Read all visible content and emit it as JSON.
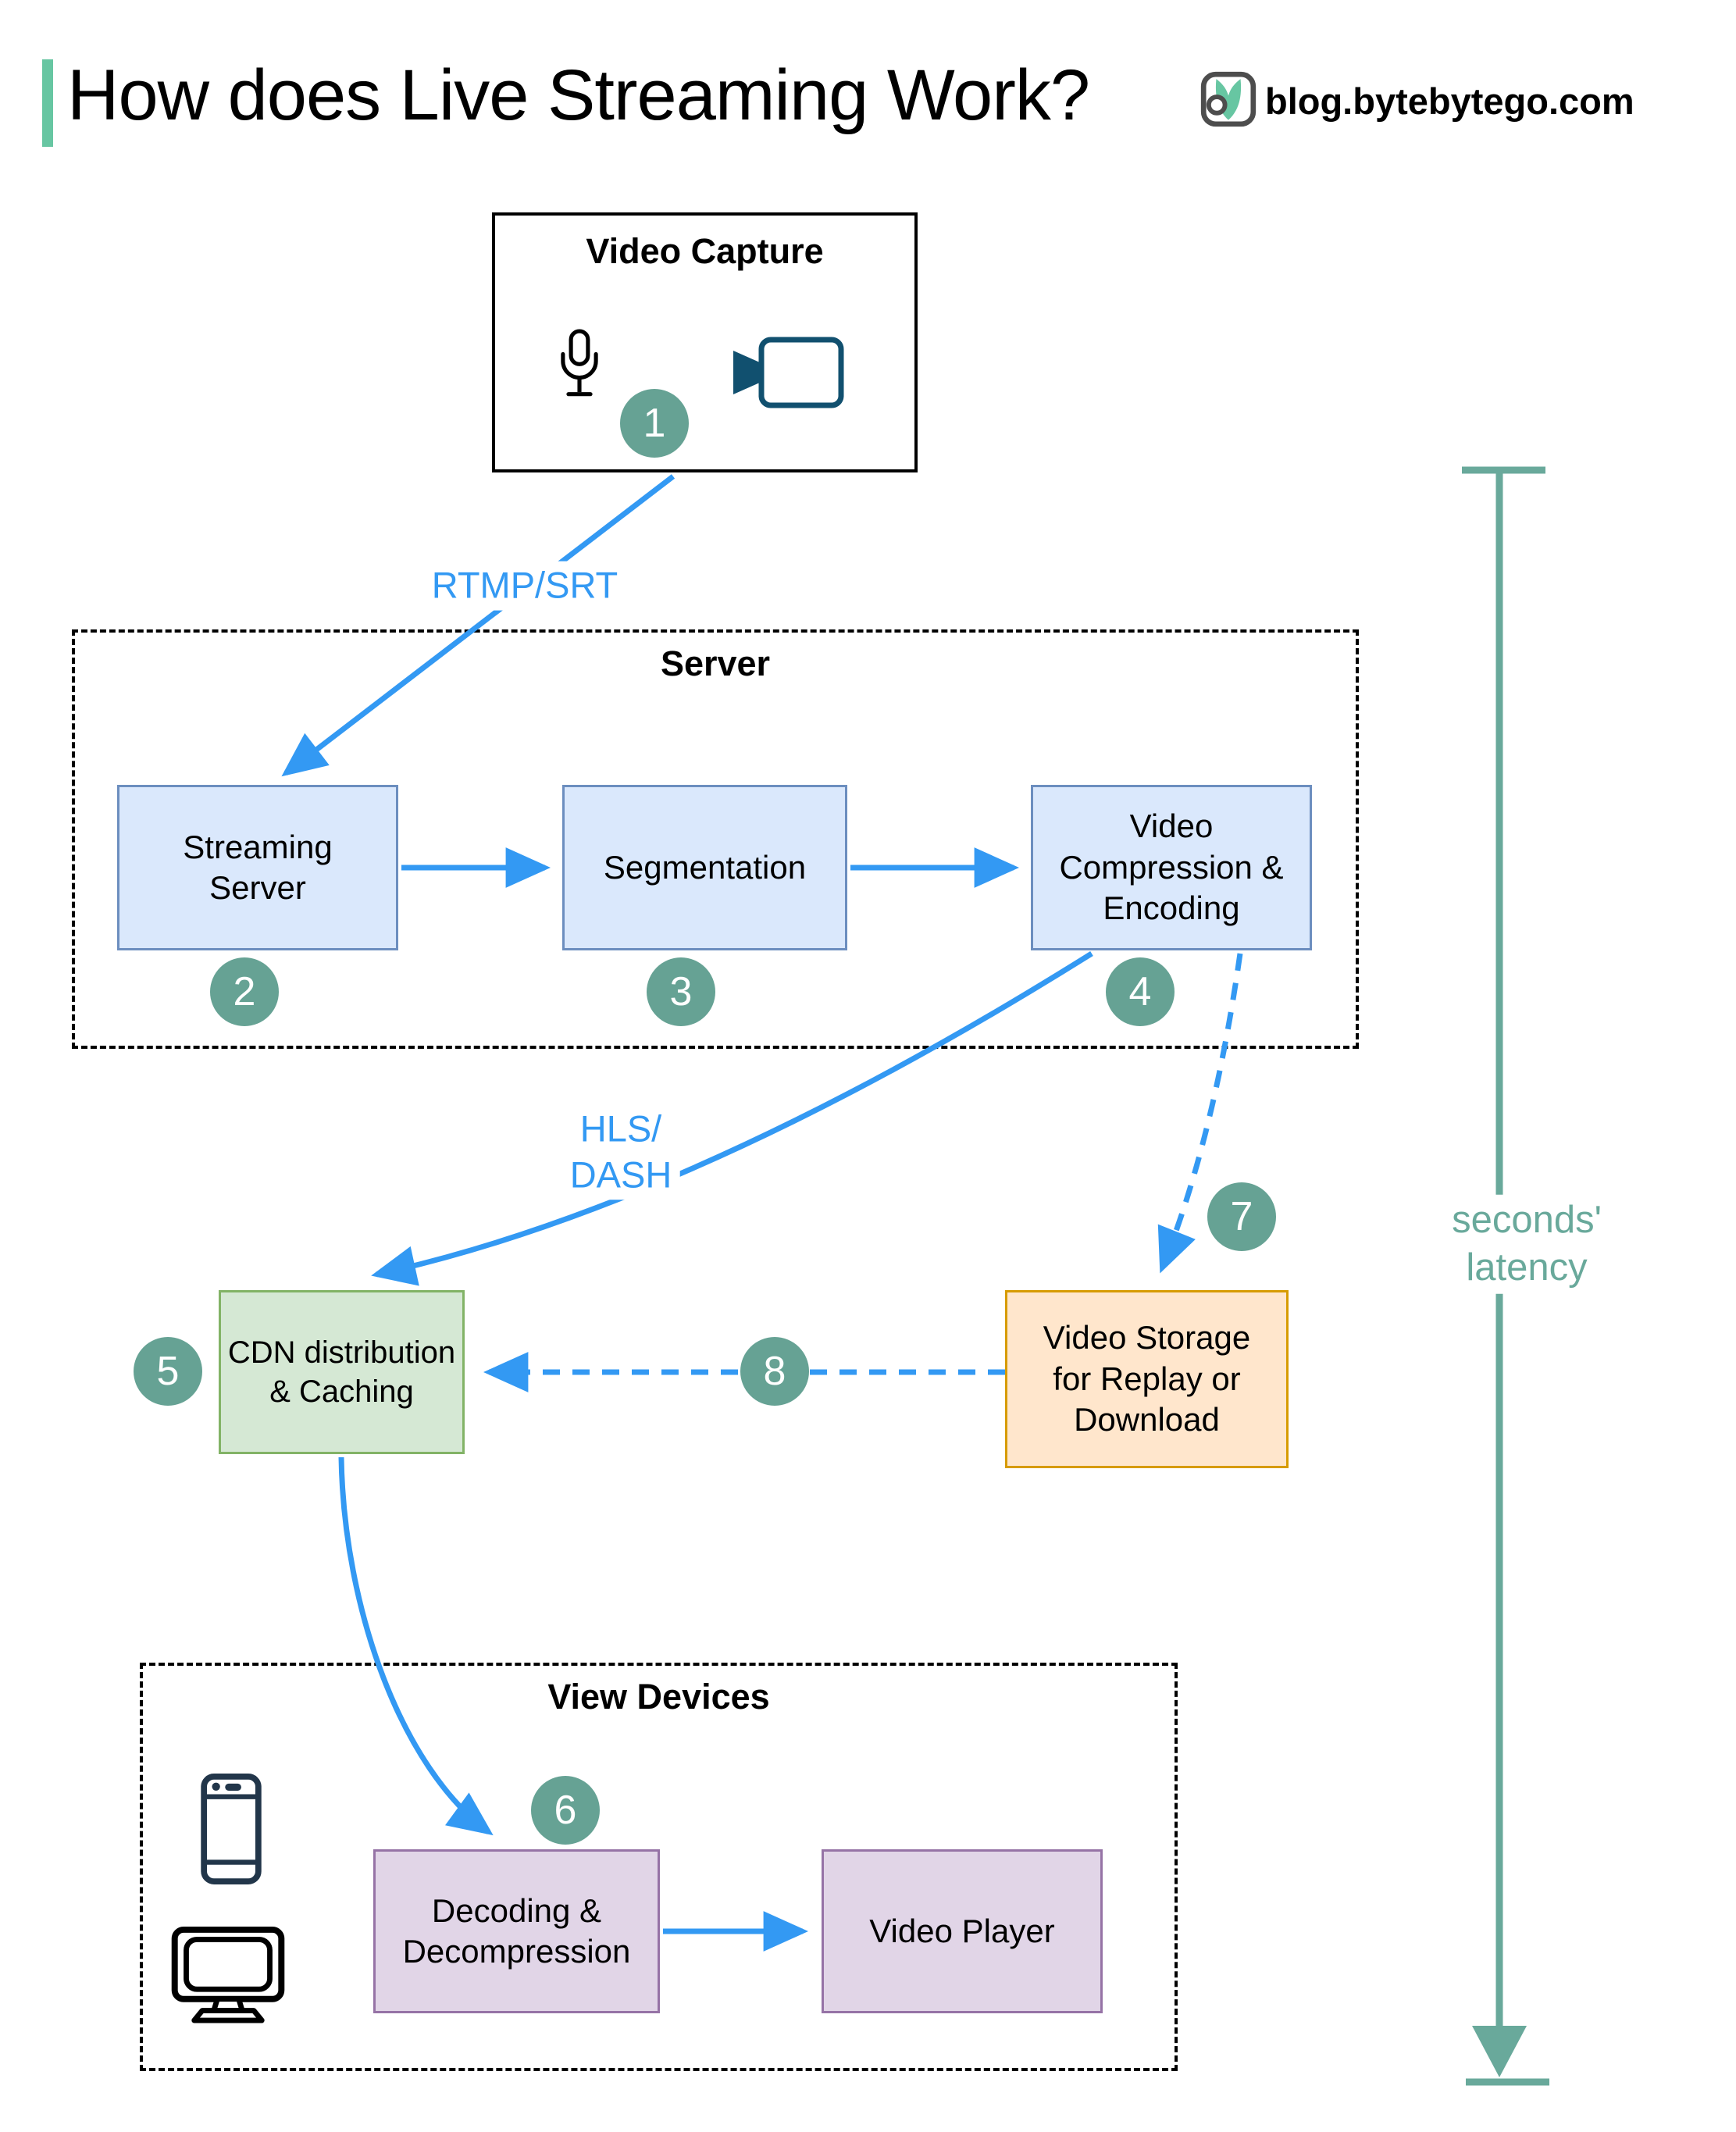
{
  "header": {
    "title": "How does Live Streaming Work?",
    "site": "blog.bytebytego.com"
  },
  "groups": {
    "server": {
      "label": "Server"
    },
    "view_devices": {
      "label": "View Devices"
    }
  },
  "nodes": {
    "video_capture": {
      "label": "Video Capture"
    },
    "streaming_server": {
      "label": "Streaming\nServer"
    },
    "segmentation": {
      "label": "Segmentation"
    },
    "compression": {
      "label": "Video\nCompression &\nEncoding"
    },
    "cdn": {
      "label": "CDN distribution\n& Caching"
    },
    "storage": {
      "label": "Video Storage\nfor Replay or\nDownload"
    },
    "decoding": {
      "label": "Decoding &\nDecompression"
    },
    "video_player": {
      "label": "Video Player"
    }
  },
  "edges": {
    "rtmp_label": "RTMP/SRT",
    "hls_label": "HLS/\nDASH"
  },
  "steps": [
    "1",
    "2",
    "3",
    "4",
    "5",
    "6",
    "7",
    "8"
  ],
  "latency": {
    "label": "seconds' latency"
  },
  "colors": {
    "accent_green": "#67c6a2",
    "arrow_blue": "#3399f3",
    "step_badge_teal": "#66a294",
    "latency_teal": "#69a99b",
    "box_blue_fill": "#dae8fc",
    "box_blue_border": "#6c8ebf",
    "box_green_fill": "#d5e8d4",
    "box_green_border": "#82b366",
    "box_orange_fill": "#ffe6cc",
    "box_orange_border": "#d79b00",
    "box_purple_fill": "#e1d5e7",
    "box_purple_border": "#9673a6",
    "camera_icon_teal": "#11506f",
    "phone_icon_navy": "#22364a"
  }
}
